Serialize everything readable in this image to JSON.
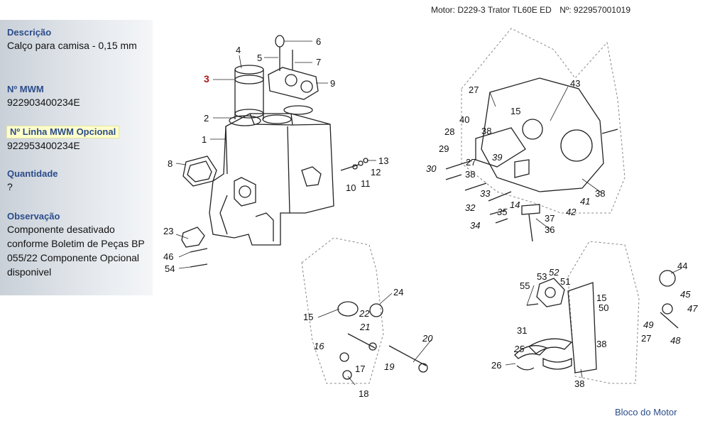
{
  "header": {
    "motor": "Motor: D229-3 Trator TL60E ED",
    "numero": "Nº: 922957001019"
  },
  "sidebar": {
    "descricao_label": "Descrição",
    "descricao_value": "Calço para camisa - 0,15 mm",
    "mwm_label": "Nº MWM",
    "mwm_value": "922903400234E",
    "opcional_label": "Nº Linha MWM Opcional",
    "opcional_value": "922953400234E",
    "quantidade_label": "Quantidade",
    "quantidade_value": "?",
    "observacao_label": "Observação",
    "observacao_value": "Componente desativado conforme Boletim de Peças BP 055/22 Componente Opcional disponivel"
  },
  "diagram": {
    "highlight_color": "#b01515",
    "selected_part": "3",
    "part_labels": [
      "1",
      "2",
      "4",
      "5",
      "6",
      "7",
      "8",
      "9",
      "10",
      "11",
      "12",
      "13",
      "23",
      "46",
      "54",
      "27",
      "43",
      "15",
      "40",
      "38",
      "28",
      "29",
      "30",
      "27",
      "39",
      "38",
      "42",
      "41",
      "33",
      "32",
      "14",
      "35",
      "37",
      "34",
      "36",
      "24",
      "15",
      "22",
      "21",
      "16",
      "20",
      "19",
      "17",
      "18",
      "44",
      "55",
      "53",
      "52",
      "51",
      "15",
      "50",
      "49",
      "45",
      "47",
      "27",
      "48",
      "31",
      "38",
      "25",
      "26",
      "38"
    ]
  },
  "footer": {
    "link": "Bloco do Motor"
  }
}
